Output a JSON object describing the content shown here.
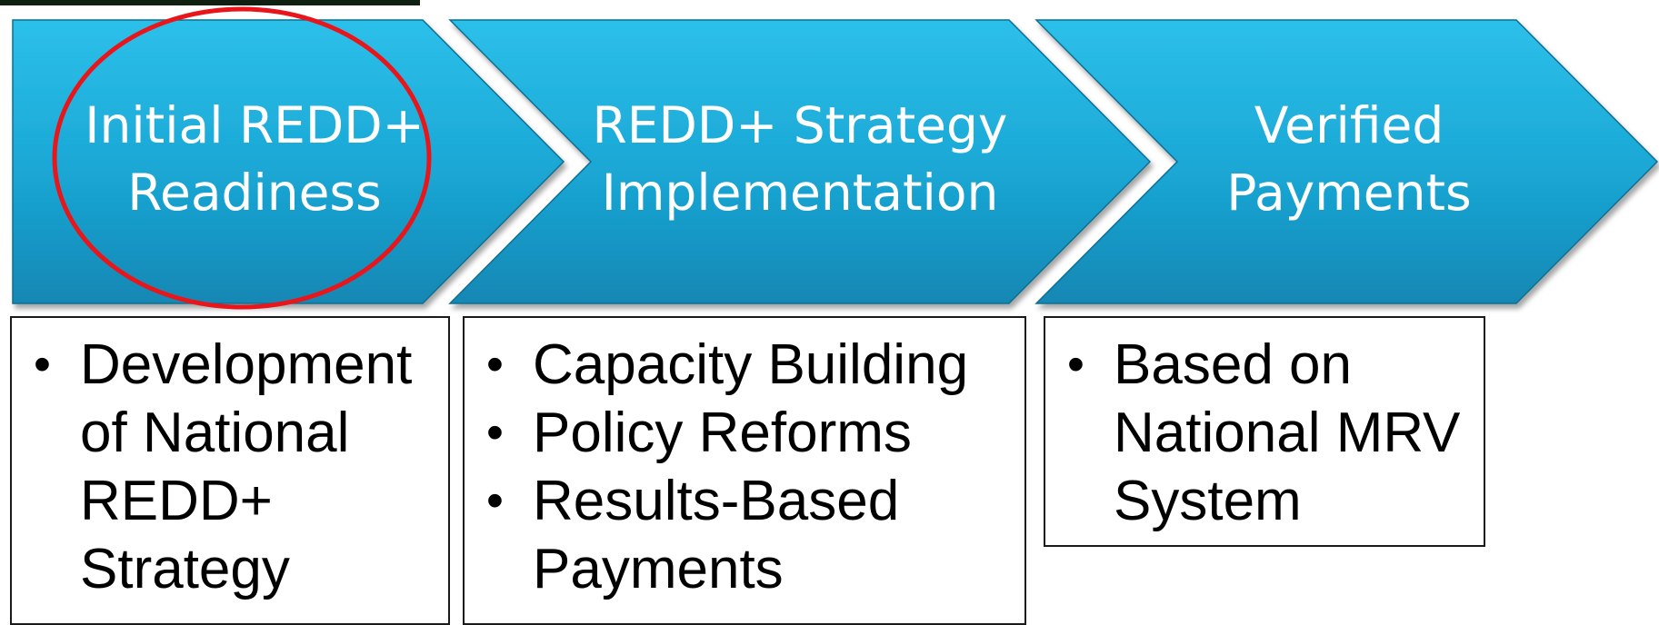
{
  "diagram": {
    "colors": {
      "chevron_fill": "#1ba9d7",
      "chevron_edge": "#0d6f92",
      "highlight": "#e8161b",
      "label_text": "#ffffff",
      "box_border": "#1a1a1a"
    },
    "stages": [
      {
        "lines": [
          "Initial REDD+",
          "Readiness"
        ],
        "highlighted": true,
        "bullets": [
          {
            "lines": [
              "Development",
              "of National",
              "REDD+",
              "Strategy"
            ]
          }
        ]
      },
      {
        "lines": [
          "REDD+ Strategy",
          "Implementation"
        ],
        "highlighted": false,
        "bullets": [
          {
            "lines": [
              "Capacity Building"
            ]
          },
          {
            "lines": [
              "Policy Reforms"
            ],
            "underline": "Policy Reforms"
          },
          {
            "lines": [
              "Results-Based",
              "Payments"
            ]
          }
        ]
      },
      {
        "lines": [
          "Verified",
          "Payments"
        ],
        "highlighted": false,
        "bullets": [
          {
            "lines": [
              "Based on",
              "National MRV",
              "System"
            ],
            "underline": "MRV"
          }
        ]
      }
    ],
    "bullet_symbol": "•"
  }
}
